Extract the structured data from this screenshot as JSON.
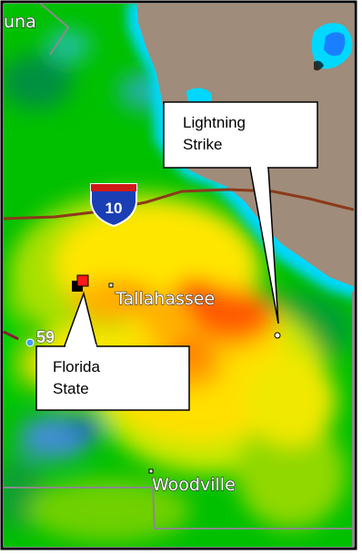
{
  "map": {
    "labels": {
      "edge_fragment": "una",
      "city_tallahassee": "Tallahassee",
      "town_woodville": "Woodville"
    },
    "route_marker": "59",
    "interstate_shield": "10",
    "callouts": {
      "lightning": {
        "line1": "Lightning",
        "line2": "Strike"
      },
      "florida_state": {
        "line1": "Florida",
        "line2": "State"
      }
    },
    "colors": {
      "land_brown": "#a08c7a",
      "water_cyan": "#00d8ff",
      "radar_green": "#00c800",
      "radar_yellow": "#ffe600",
      "radar_orange": "#ff9a00",
      "radar_red": "#ff4000",
      "interstate_blue": "#1a3fb4",
      "interstate_red": "#d01818",
      "road_brown": "#8b3a1a",
      "boundary_gray": "#8a8a8a",
      "marker_red": "#ff1a1a"
    },
    "icons": [
      "interstate-shield-icon",
      "station-marker-icon",
      "lightning-strike-icon",
      "city-dot-icon"
    ]
  }
}
